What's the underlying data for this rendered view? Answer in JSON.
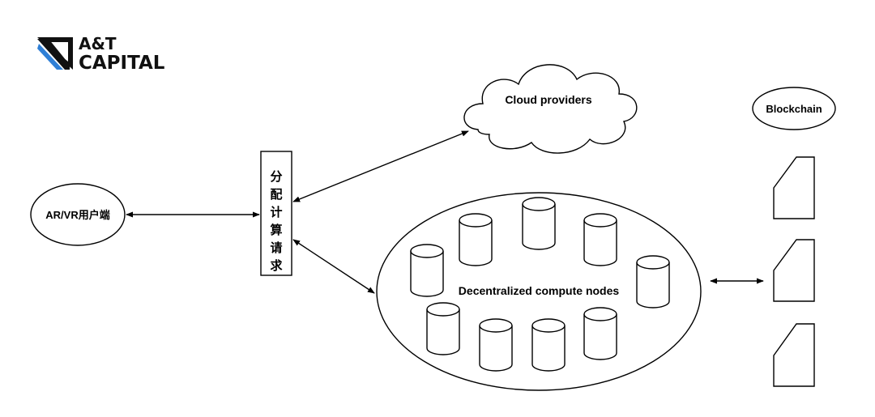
{
  "logo": {
    "line1": "A&T",
    "line2": "CAPITAL",
    "icon": "at-capital-logo-icon",
    "accent_color": "#2f7fd6"
  },
  "nodes": {
    "client": "AR/VR用户端",
    "dispatcher": [
      "分",
      "配",
      "计",
      "算",
      "请",
      "求"
    ],
    "cloud": "Cloud providers",
    "decentralized": "Decentralized compute nodes",
    "blockchain": "Blockchain"
  }
}
